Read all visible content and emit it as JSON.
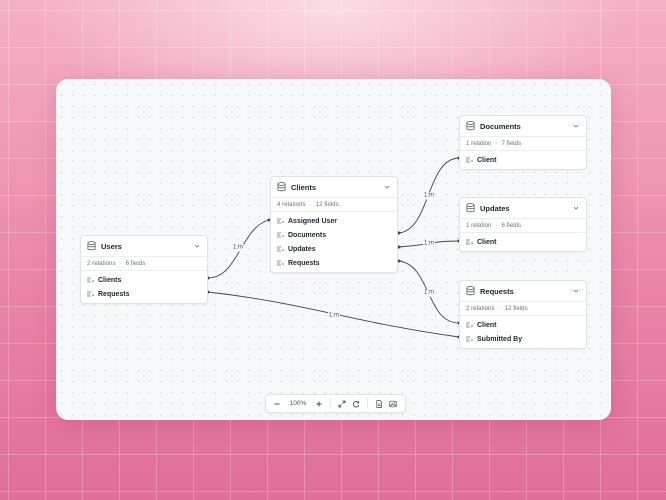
{
  "tables": [
    {
      "id": "users",
      "title": "Users",
      "relations": "2 relations",
      "fields_count": "6 fields",
      "fields": [
        "Clients",
        "Requests"
      ]
    },
    {
      "id": "clients",
      "title": "Clients",
      "relations": "4 relations",
      "fields_count": "12 fields",
      "fields": [
        "Assigned User",
        "Documents",
        "Updates",
        "Requests"
      ]
    },
    {
      "id": "documents",
      "title": "Documents",
      "relations": "1 relation",
      "fields_count": "7 fields",
      "fields": [
        "Client"
      ]
    },
    {
      "id": "updates",
      "title": "Updates",
      "relations": "1 relation",
      "fields_count": "6 fields",
      "fields": [
        "Client"
      ]
    },
    {
      "id": "requests",
      "title": "Requests",
      "relations": "2 relations",
      "fields_count": "12 fields",
      "fields": [
        "Client",
        "Submitted By"
      ]
    }
  ],
  "edges": [
    {
      "label": "1:m"
    },
    {
      "label": "1:m"
    },
    {
      "label": "1:m"
    },
    {
      "label": "1:m"
    },
    {
      "label": "1:m"
    }
  ],
  "toolbar": {
    "zoom": "100%"
  },
  "icons": {
    "table": "database-icon",
    "field": "relation-field-icon",
    "collapse": "chevron-down-icon",
    "zoom_out": "minus-icon",
    "zoom_in": "plus-icon",
    "fit": "expand-icon",
    "reset": "refresh-icon",
    "export_pdf": "file-icon",
    "export_image": "image-icon"
  },
  "colors": {
    "edge": "#3d4450",
    "accent_bg": "#ea86a8"
  }
}
